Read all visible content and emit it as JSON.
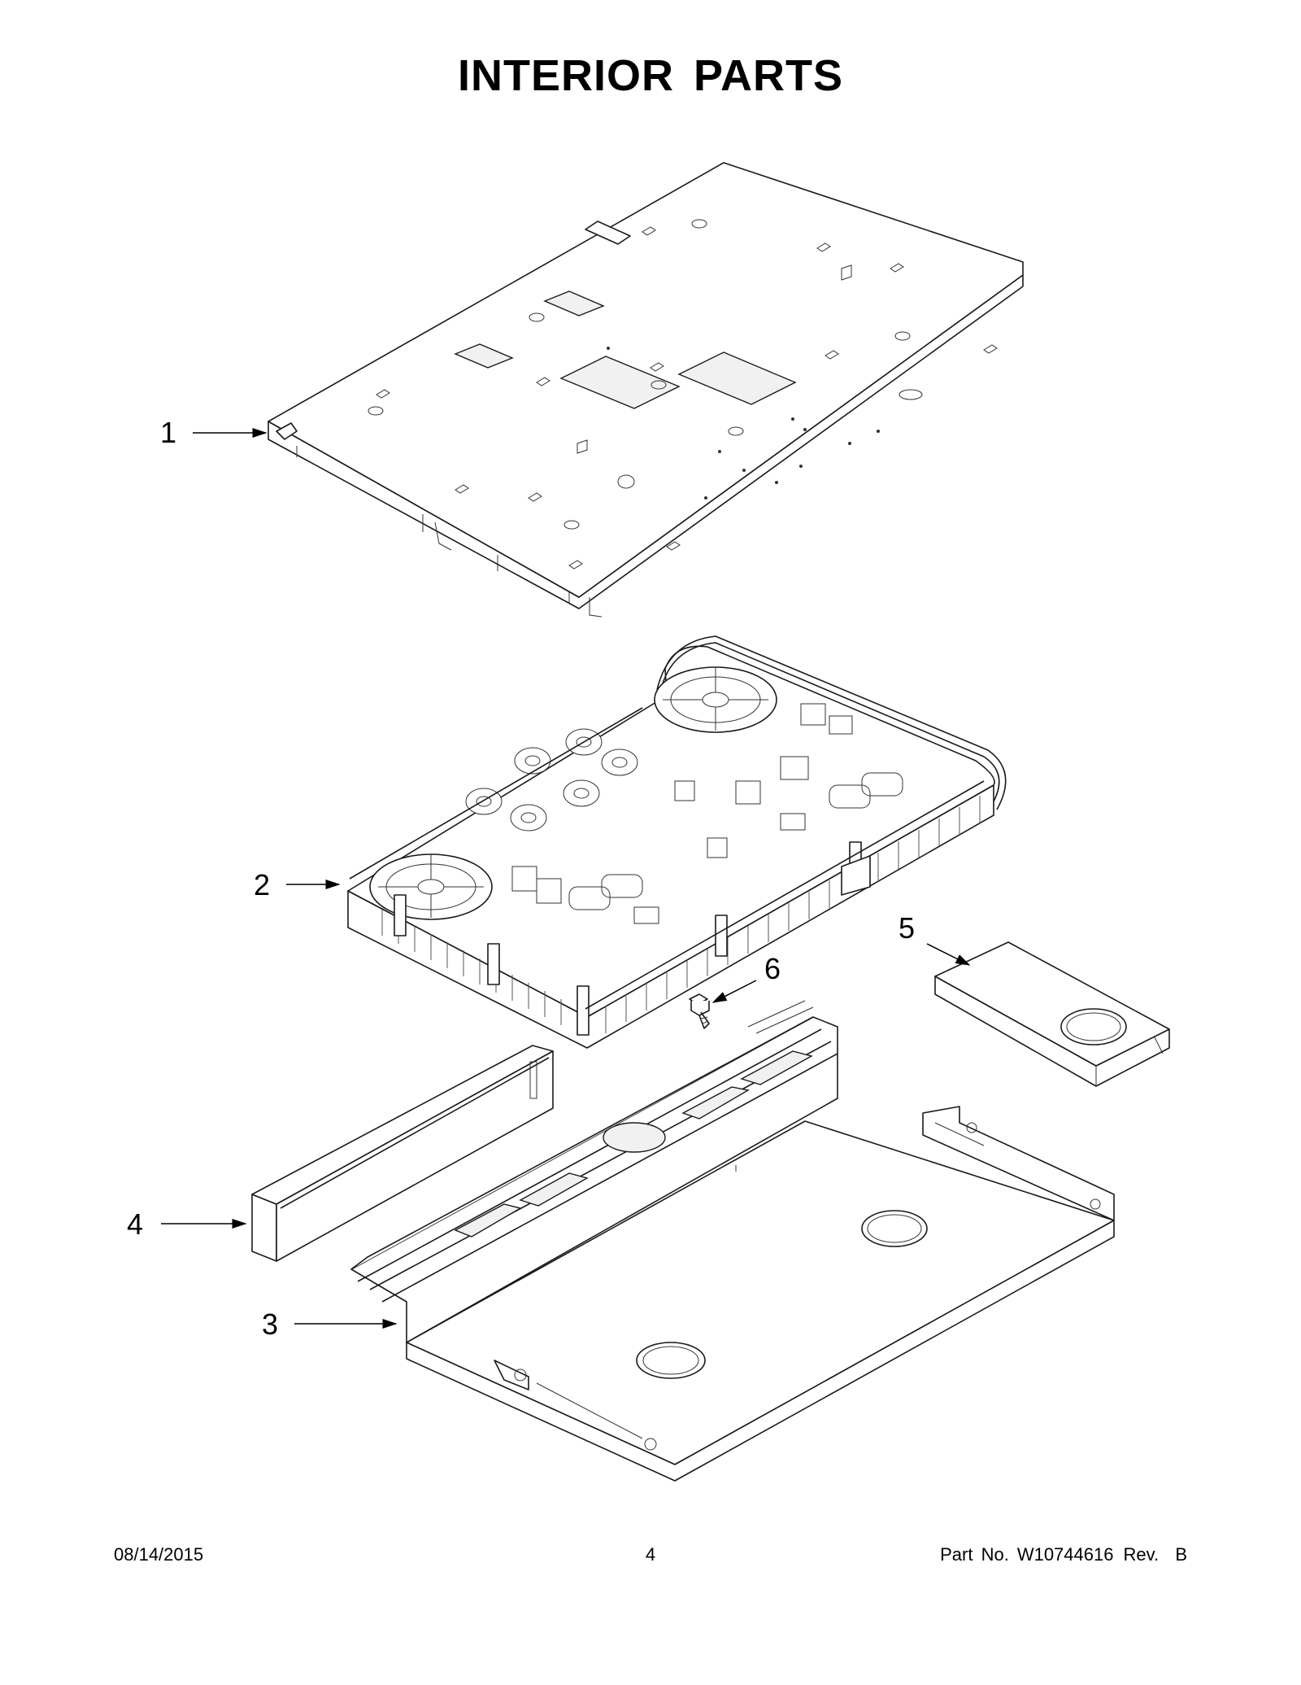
{
  "page": {
    "title": "INTERIOR PARTS"
  },
  "callouts": [
    {
      "id": "1",
      "label": "1",
      "part": "top-plate"
    },
    {
      "id": "2",
      "label": "2",
      "part": "induction-generator-board-assembly"
    },
    {
      "id": "3",
      "label": "3",
      "part": "bottom-tray"
    },
    {
      "id": "4",
      "label": "4",
      "part": "side-channel"
    },
    {
      "id": "5",
      "label": "5",
      "part": "fan-cover"
    },
    {
      "id": "6",
      "label": "6",
      "part": "screw"
    }
  ],
  "footer": {
    "date": "08/14/2015",
    "page_number": "4",
    "part_no_label": "Part No.",
    "part_no": "W10744616",
    "rev_label": "Rev.",
    "rev": "B"
  }
}
